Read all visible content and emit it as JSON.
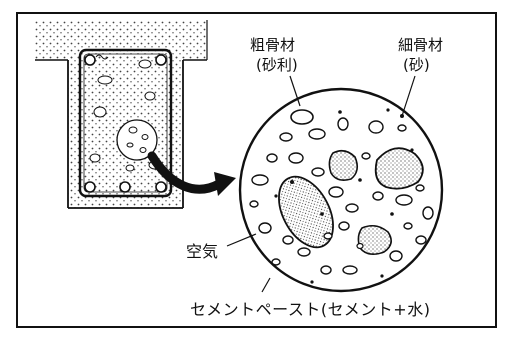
{
  "labels": {
    "coarse_aggregate": "粗骨材",
    "coarse_aggregate_sub": "(砂利)",
    "fine_aggregate": "細骨材",
    "fine_aggregate_sub": "(砂)",
    "air": "空気",
    "cement_paste": "セメントペースト(セメント+水)"
  },
  "colors": {
    "ink": "#111111",
    "paper": "#ffffff",
    "stipple": "#555555"
  }
}
